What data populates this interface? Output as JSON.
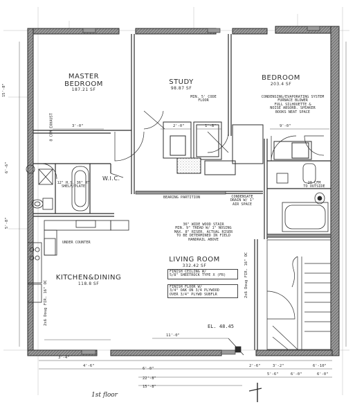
{
  "rooms": {
    "master_bedroom": {
      "name_1": "MASTER",
      "name_2": "BEDROOM",
      "area": "187.21 SF"
    },
    "study": {
      "name": "STUDY",
      "area": "98.87 SF"
    },
    "bedroom": {
      "name": "BEDROOM",
      "area": "203.4 SF"
    },
    "wic": {
      "name": "W.I.C."
    },
    "living_room": {
      "name": "LIVING ROOM",
      "area": "332.42 SF"
    },
    "kitchen_dining": {
      "name": "KITCHEN&DINING",
      "area": "118.8 SF"
    }
  },
  "notes": {
    "mech": [
      "CONDENSING/EVAPORATING SYSTEM",
      "FURNACE BLOWER",
      "FULL SILHOUETTE &",
      "NOISE ABSORB. SPEAKER",
      "BOOKS NEAT SPACE"
    ],
    "closet": [
      "MIN. 5' CODE",
      "FLOOR"
    ],
    "bearing_partition": "BEARING PARTITION",
    "condensate": [
      "CONDENSATE",
      "DRAIN W/ 1\"",
      "AIR SPACE"
    ],
    "stair": [
      "36\" WIDE WOOD STAIR",
      "MIN. 9\" TREAD W/ 1\" NOSING",
      "MAX. 8\" RISER. ACTUAL RISER",
      "TO BE DETERMINED IN FIELD",
      "HANDRAIL ABOVE"
    ],
    "ceiling": [
      "FINISH CEILING W/",
      "5/8\" SHEETROCK TYPE X (FR)"
    ],
    "floor": [
      "FINISH FLOOR W/",
      "3/4\" OAK ON 3/4 PLYWOOD",
      "OVER 3/4\" PLYWD SUBFLR"
    ],
    "shelf_plate": [
      "12\" H.S. 36\" HT",
      "SHELF/PLATE"
    ],
    "vent": [
      "20 CFM",
      "TO OUTSIDE"
    ],
    "vent_left": "8 CFM EXHAUST",
    "undercounter": "UNDER COUNTER",
    "fr_wall_left": "2x6 Doug FIR. 16\" OC",
    "fr_wall_right": "2x6 Doug FIR. 16\" OC",
    "elevation": "EL. 48.45"
  },
  "dimensions": {
    "top_left": "15'-8\"",
    "right_top": "9'-0\"",
    "mid_a": "2'-0\"",
    "mid_b": "1'-8\"",
    "bed_mid": "3'-0\"",
    "left_mid": "6'-6\"",
    "left_low": "5'-8\"",
    "bottom_1": "3'-4\"",
    "bottom_2": "4'-6\"",
    "bottom_3": "11'-0\"",
    "bottom_4": "2'-6\"",
    "bottom_5": "3'-2\"",
    "bottom_6": "6'-0\"",
    "bottom_7": "6'-10\"",
    "bottom_8": "5'-6\"",
    "bottom_9": "6'-0\"",
    "total_a": "6'-0\"",
    "total_b": "22'-8\"",
    "total_c": "15'-8\""
  },
  "sheet_label": "1st floor",
  "palette": {
    "ink": "#2b2b2b",
    "wall_fill": "#8c8c8c",
    "grid": "#b9b9b9",
    "paper": "#ffffff"
  }
}
